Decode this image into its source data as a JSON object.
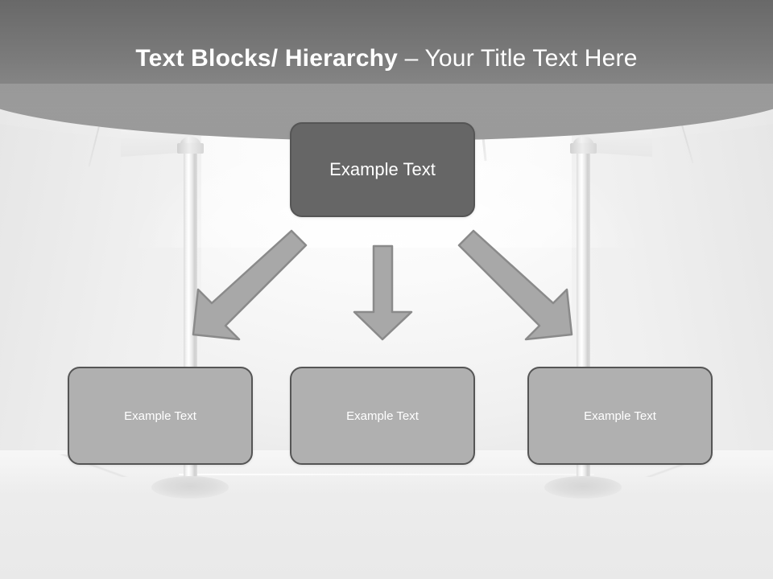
{
  "slide": {
    "title_bold": "Text Blocks/ Hierarchy ",
    "title_dash": "– ",
    "title_regular": "Your Title Text Here",
    "background_top_color": "#666666",
    "background_bottom_color": "#969696",
    "backdrop_color": "#f2f2f2"
  },
  "diagram": {
    "type": "hierarchy",
    "root": {
      "label": "Example  Text",
      "fill": "#666666",
      "border": "#555555",
      "text_color": "#ffffff"
    },
    "children": [
      {
        "label": "Example Text",
        "fill": "#b0b0b0",
        "border": "#555555",
        "text_color": "#ffffff"
      },
      {
        "label": "Example Text",
        "fill": "#b0b0b0",
        "border": "#555555",
        "text_color": "#ffffff"
      },
      {
        "label": "Example Text",
        "fill": "#b0b0b0",
        "border": "#555555",
        "text_color": "#ffffff"
      }
    ],
    "connectors": [
      {
        "name": "arrow-down-left",
        "direction": "down-left",
        "fill": "#a8a8a8",
        "stroke": "#8a8a8a"
      },
      {
        "name": "arrow-down",
        "direction": "down",
        "fill": "#a8a8a8",
        "stroke": "#8a8a8a"
      },
      {
        "name": "arrow-down-right",
        "direction": "down-right",
        "fill": "#a8a8a8",
        "stroke": "#8a8a8a"
      }
    ]
  },
  "scene": {
    "poles": 2,
    "spotlights": 2,
    "rail": 1
  }
}
